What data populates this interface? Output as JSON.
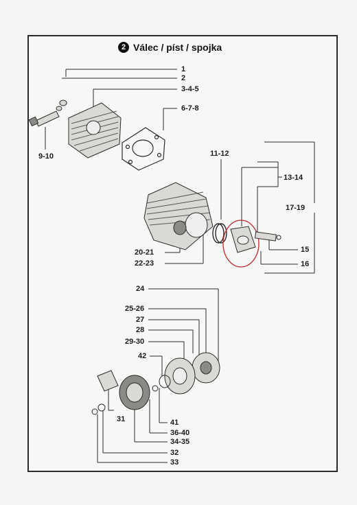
{
  "header": {
    "section_number": "2",
    "title": "Válec / píst / spojka"
  },
  "callouts": {
    "c1": "1",
    "c2": "2",
    "c3": "3-4-5",
    "c4": "6-7-8",
    "c5": "9-10",
    "c6": "11-12",
    "c7": "13-14",
    "c8": "17-19",
    "c9": "15",
    "c10": "16",
    "c11": "20-21",
    "c12": "22-23",
    "c13": "24",
    "c14": "25-26",
    "c15": "27",
    "c16": "28",
    "c17": "29-30",
    "c18": "42",
    "c19": "31",
    "c20": "41",
    "c21": "36-40",
    "c22": "34-35",
    "c23": "32",
    "c24": "33"
  },
  "colors": {
    "highlight_circle": "#c0282b",
    "ink": "#2a2a2a",
    "part_fill": "#d9d9d6",
    "part_dark": "#8a8a86"
  }
}
